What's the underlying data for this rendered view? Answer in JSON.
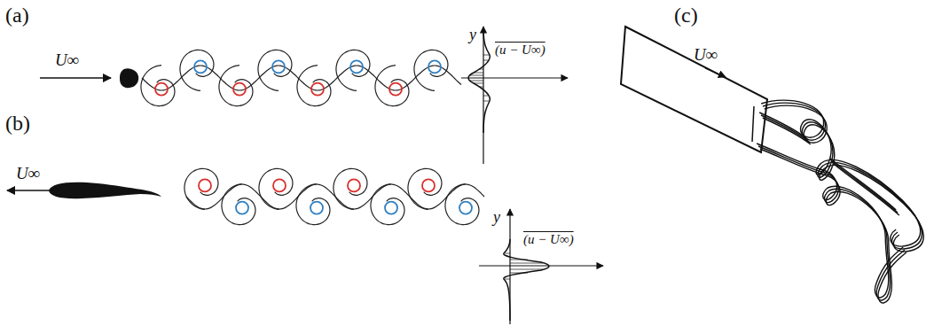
{
  "diagram": {
    "labels": [
      "(a)",
      "(c)",
      "U∞",
      "y",
      "(u − U∞)",
      "U∞",
      "(b)",
      "U∞",
      "y",
      "(u − U∞)"
    ]
  }
}
